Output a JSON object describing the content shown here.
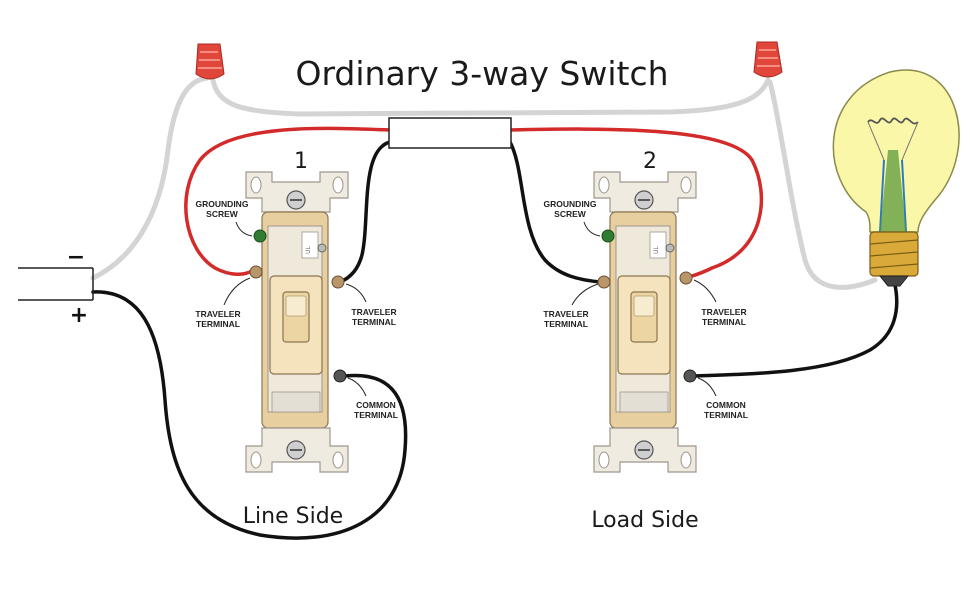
{
  "title": "Ordinary 3-way Switch",
  "battery": {
    "minus": "−",
    "plus": "+"
  },
  "switches": [
    {
      "number": "1",
      "side_label": "Line Side",
      "grounding": [
        "GROUNDING",
        "SCREW"
      ],
      "traveler_left": [
        "TRAVELER",
        "TERMINAL"
      ],
      "traveler_right": [
        "TRAVELER",
        "TERMINAL"
      ],
      "common": [
        "COMMON",
        "TERMINAL"
      ]
    },
    {
      "number": "2",
      "side_label": "Load Side",
      "grounding": [
        "GROUNDING",
        "SCREW"
      ],
      "traveler_left": [
        "TRAVELER",
        "TERMINAL"
      ],
      "traveler_right": [
        "TRAVELER",
        "TERMINAL"
      ],
      "common": [
        "COMMON",
        "TERMINAL"
      ]
    }
  ],
  "colors": {
    "red_wire": "#d32a2a",
    "black_wire": "#111111",
    "white_wire": "#d9d9d9",
    "wire_nut": "#e0463a",
    "switch_body": "#e7cf9f",
    "switch_face": "#f4e3bd",
    "strap": "#f0ebe1",
    "bulb": "#fbf7a8"
  }
}
